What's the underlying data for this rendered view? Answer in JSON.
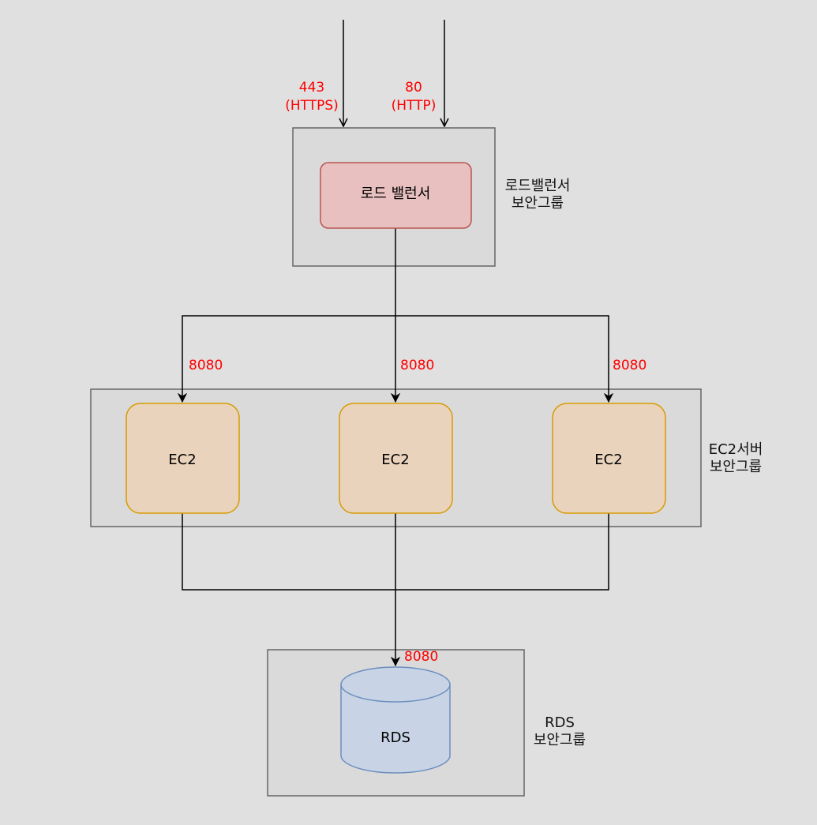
{
  "ingress": {
    "https": {
      "port": "443",
      "protocol": "(HTTPS)"
    },
    "http": {
      "port": "80",
      "protocol": "(HTTP)"
    }
  },
  "load_balancer": {
    "label": "로드 밸런서",
    "group_label_line1": "로드밸런서",
    "group_label_line2": "보안그룹"
  },
  "ec2_group": {
    "group_label_line1": "EC2서버",
    "group_label_line2": "보안그룹",
    "instances": [
      {
        "label": "EC2",
        "port": "8080"
      },
      {
        "label": "EC2",
        "port": "8080"
      },
      {
        "label": "EC2",
        "port": "8080"
      }
    ]
  },
  "rds": {
    "label": "RDS",
    "port": "8080",
    "group_label_line1": "RDS",
    "group_label_line2": "보안그룹"
  },
  "colors": {
    "background": "#e0e0e0",
    "group_fill": "#dadada",
    "group_stroke": "#666666",
    "load_balancer_fill": "#e8c0c0",
    "load_balancer_stroke": "#b85450",
    "ec2_fill": "#ead3bc",
    "ec2_stroke": "#d79b00",
    "rds_fill": "#c8d4e6",
    "rds_stroke": "#6c8ebf",
    "port_text": "#ff0000"
  }
}
